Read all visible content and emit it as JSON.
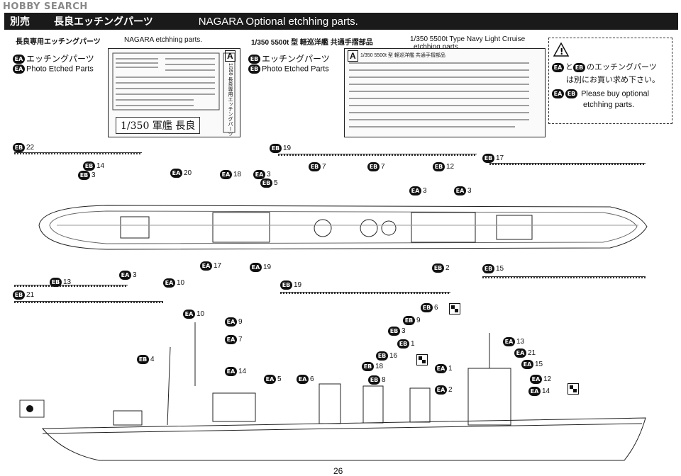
{
  "watermark": "HOBBY SEARCH",
  "header": {
    "left": "別売",
    "title_jp": "長良エッチングパーツ",
    "title_en": "NAGARA Optional etchhing parts."
  },
  "sheet1": {
    "caption_jp": "長良専用エッチングパーツ",
    "caption_en": "NAGARA etchhing parts.",
    "badge": "EA",
    "legend_jp": "エッチングパーツ",
    "legend_en": "Photo Etched  Parts",
    "fret_label": "1/350  軍艦  長良",
    "fret_side": "1/350 長良専用エッチングパーツ",
    "brand": "A"
  },
  "sheet2": {
    "caption_jp": "1/350 5500t 型 軽巡洋艦 共通手摺部品",
    "caption_en1": "1/350 5500t Type Navy Light Crruise",
    "caption_en2": "etchhing parts.",
    "badge": "EB",
    "legend_jp": "エッチングパーツ",
    "legend_en": "Photo Etched  Parts",
    "fret_label": "1/350  5500t 型  軽巡洋艦  共通手摺部品",
    "brand": "A"
  },
  "warning": {
    "icon": "warning-triangle-icon",
    "line1_mid": "と",
    "line1_end": "のエッチングパーツ",
    "line2": "は別にお買い求め下さい。",
    "line3": "Please buy optional",
    "line4": "etchhing parts.",
    "badge_a": "EA",
    "badge_b": "EB"
  },
  "callouts": [
    {
      "badge": "EB",
      "num": "22"
    },
    {
      "badge": "EB",
      "num": "14"
    },
    {
      "badge": "EB",
      "num": "3"
    },
    {
      "badge": "EA",
      "num": "20"
    },
    {
      "badge": "EA",
      "num": "18"
    },
    {
      "badge": "EA",
      "num": "3"
    },
    {
      "badge": "EB",
      "num": "5"
    },
    {
      "badge": "EB",
      "num": "19"
    },
    {
      "badge": "EB",
      "num": "7"
    },
    {
      "badge": "EB",
      "num": "7"
    },
    {
      "badge": "EB",
      "num": "12"
    },
    {
      "badge": "EB",
      "num": "17"
    },
    {
      "badge": "EA",
      "num": "3"
    },
    {
      "badge": "EA",
      "num": "3"
    },
    {
      "badge": "EB",
      "num": "13"
    },
    {
      "badge": "EA",
      "num": "3"
    },
    {
      "badge": "EA",
      "num": "10"
    },
    {
      "badge": "EA",
      "num": "17"
    },
    {
      "badge": "EA",
      "num": "19"
    },
    {
      "badge": "EB",
      "num": "2"
    },
    {
      "badge": "EB",
      "num": "15"
    },
    {
      "badge": "EB",
      "num": "21"
    },
    {
      "badge": "EB",
      "num": "19"
    },
    {
      "badge": "EA",
      "num": "10"
    },
    {
      "badge": "EA",
      "num": "9"
    },
    {
      "badge": "EA",
      "num": "7"
    },
    {
      "badge": "EB",
      "num": "4"
    },
    {
      "badge": "EA",
      "num": "14"
    },
    {
      "badge": "EA",
      "num": "5"
    },
    {
      "badge": "EA",
      "num": "6"
    },
    {
      "badge": "EB",
      "num": "6"
    },
    {
      "badge": "EB",
      "num": "9"
    },
    {
      "badge": "EB",
      "num": "3"
    },
    {
      "badge": "EB",
      "num": "1"
    },
    {
      "badge": "EB",
      "num": "16"
    },
    {
      "badge": "EB",
      "num": "18"
    },
    {
      "badge": "EB",
      "num": "8"
    },
    {
      "badge": "EA",
      "num": "13"
    },
    {
      "badge": "EA",
      "num": "21"
    },
    {
      "badge": "EA",
      "num": "15"
    },
    {
      "badge": "EA",
      "num": "1"
    },
    {
      "badge": "EA",
      "num": "2"
    },
    {
      "badge": "EA",
      "num": "12"
    },
    {
      "badge": "EA",
      "num": "14"
    }
  ],
  "page_number": "26"
}
